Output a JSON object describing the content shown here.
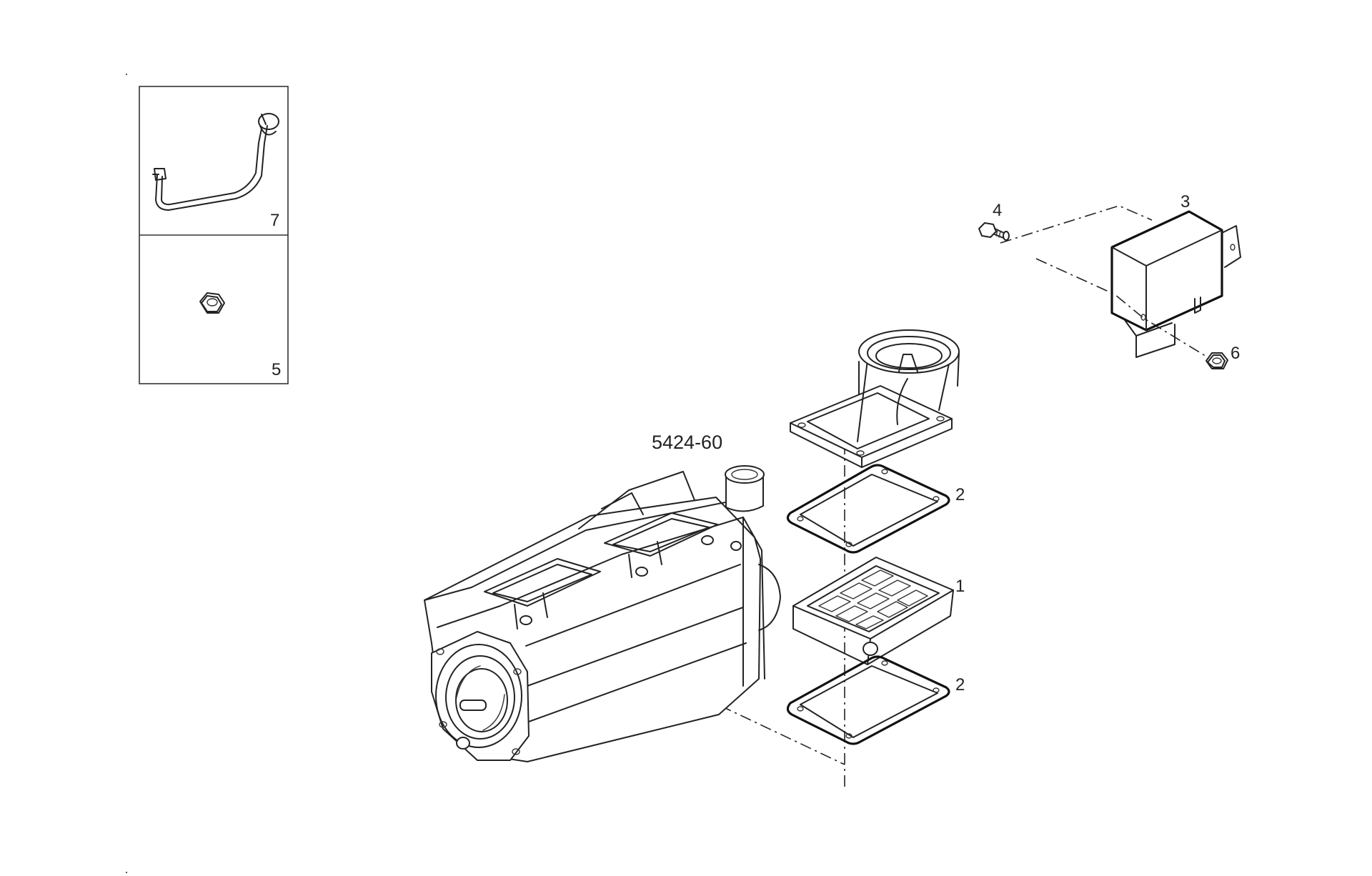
{
  "diagram": {
    "assembly_ref": "5424-60",
    "part_labels": {
      "p1": "1",
      "p2_upper": "2",
      "p2_lower": "2",
      "p3": "3",
      "p4": "4",
      "p5": "5",
      "p6": "6",
      "p7": "7"
    },
    "line_color": "#222222",
    "background": "#ffffff"
  }
}
